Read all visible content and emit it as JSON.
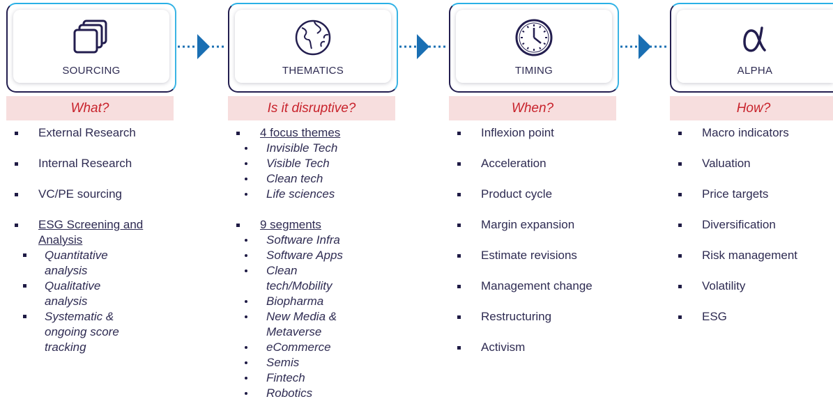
{
  "colors": {
    "card_border": "#231e4f",
    "card_accent": "#29b0e6",
    "question_bg": "#f7dede",
    "question_text": "#c8232c",
    "text": "#2e2b52",
    "arrow": "#1a6fb3"
  },
  "columns": [
    {
      "title": "SOURCING",
      "icon": "stacked-squares-icon",
      "question": "What?",
      "items": [
        {
          "label": "External Research"
        },
        {
          "label": "Internal Research"
        },
        {
          "label": "VC/PE sourcing"
        },
        {
          "label": "ESG Screening and Analysis",
          "underline": true,
          "sub": [
            "Quantitative analysis",
            "Qualitative analysis",
            "Systematic & ongoing score tracking"
          ]
        }
      ]
    },
    {
      "title": "THEMATICS",
      "icon": "globe-icon",
      "question": "Is it disruptive?",
      "items": [
        {
          "label": "4 focus themes",
          "underline": true,
          "sub": [
            "Invisible Tech",
            "Visible Tech",
            "Clean tech",
            "Life sciences"
          ]
        },
        {
          "label": "9 segments",
          "underline": true,
          "sub": [
            "Software Infra",
            "Software Apps",
            "Clean tech/Mobility",
            "Biopharma",
            "New Media & Metaverse",
            "eCommerce",
            "Semis",
            "Fintech",
            "Robotics"
          ]
        }
      ]
    },
    {
      "title": "TIMING",
      "icon": "clock-icon",
      "question": "When?",
      "items": [
        {
          "label": "Inflexion point"
        },
        {
          "label": "Acceleration"
        },
        {
          "label": "Product cycle"
        },
        {
          "label": "Margin expansion"
        },
        {
          "label": "Estimate revisions"
        },
        {
          "label": "Management change"
        },
        {
          "label": "Restructuring"
        },
        {
          "label": "Activism"
        }
      ]
    },
    {
      "title": "ALPHA",
      "icon": "alpha-icon",
      "question": "How?",
      "items": [
        {
          "label": "Macro indicators"
        },
        {
          "label": "Valuation"
        },
        {
          "label": "Price targets"
        },
        {
          "label": "Diversification"
        },
        {
          "label": "Risk management"
        },
        {
          "label": "Volatility"
        },
        {
          "label": "ESG"
        }
      ]
    }
  ]
}
